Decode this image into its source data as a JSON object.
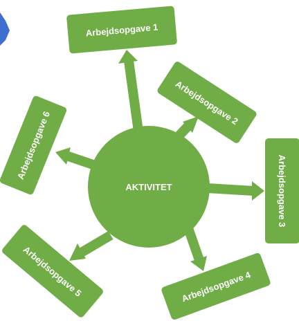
{
  "diagram": {
    "center_label": "AKTIVITET",
    "tasks": [
      "Arbejdsopgave 1",
      "Arbejdsopgave 2",
      "Arbejdsopgave 3",
      "Arbejdsopgave 4",
      "Arbejdsopgave 5",
      "Arbejdsopgave 6"
    ]
  },
  "colors": {
    "green": "#70ad47",
    "decoration_blue": "#3d6fd1",
    "text": "#ffffff"
  }
}
